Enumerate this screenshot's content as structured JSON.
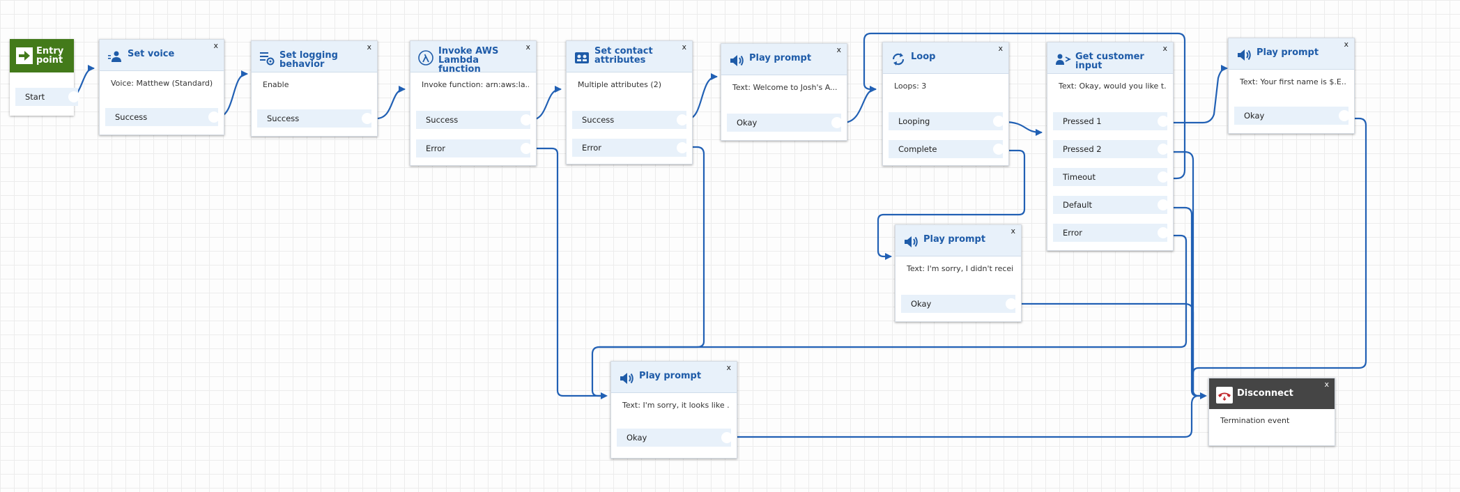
{
  "entry": {
    "title_line1": "Entry",
    "title_line2": "point",
    "port": "Start"
  },
  "blocks": {
    "set_voice": {
      "title_line1": "Set voice",
      "title_line2": "",
      "body": "Voice: Matthew (Standard)",
      "ports": [
        "Success"
      ]
    },
    "set_logging": {
      "title_line1": "Set logging behavior",
      "title_line2": "",
      "body": "Enable",
      "ports": [
        "Success"
      ]
    },
    "invoke_lambda": {
      "title_line1": "Invoke AWS Lambda",
      "title_line2": "function",
      "body": "Invoke function: arn:aws:la...",
      "ports": [
        "Success",
        "Error"
      ]
    },
    "set_contact": {
      "title_line1": "Set contact",
      "title_line2": "attributes",
      "body": "Multiple attributes (2)",
      "ports": [
        "Success",
        "Error"
      ]
    },
    "play_welcome": {
      "title_line1": "Play prompt",
      "title_line2": "",
      "body": "Text: Welcome to Josh's A...",
      "ports": [
        "Okay"
      ]
    },
    "loop": {
      "title_line1": "Loop",
      "title_line2": "",
      "body": "Loops: 3",
      "ports": [
        "Looping",
        "Complete"
      ]
    },
    "get_input": {
      "title_line1": "Get customer input",
      "title_line2": "",
      "body": "Text: Okay, would you like t...",
      "ports": [
        "Pressed 1",
        "Pressed 2",
        "Timeout",
        "Default",
        "Error"
      ]
    },
    "play_firstname": {
      "title_line1": "Play prompt",
      "title_line2": "",
      "body": "Text: Your first name is $.E...",
      "ports": [
        "Okay"
      ]
    },
    "play_sorry_receive": {
      "title_line1": "Play prompt",
      "title_line2": "",
      "body": "Text: I'm sorry, I didn't recei...",
      "ports": [
        "Okay"
      ]
    },
    "play_sorry_looks": {
      "title_line1": "Play prompt",
      "title_line2": "",
      "body": "Text: I'm sorry, it looks like ...",
      "ports": [
        "Okay"
      ]
    },
    "disconnect": {
      "title_line1": "Disconnect",
      "title_line2": "",
      "body": "Termination event",
      "ports": []
    }
  },
  "close_label": "x",
  "colors": {
    "accent": "#1e5ba8",
    "wire": "#2160b4",
    "entry": "#437a1a",
    "disconnect": "#454545",
    "header": "#e8f1fa"
  }
}
